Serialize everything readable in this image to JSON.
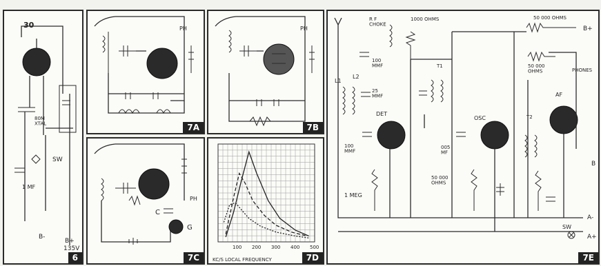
{
  "figures": {
    "fig6": {
      "tag": "6",
      "tube": "30",
      "crystal": "80M\nXTAL",
      "switch": "SW",
      "cap": "1 MF",
      "b_minus": "B-",
      "b_plus": "B+",
      "b_voltage": "135V"
    },
    "fig7a": {
      "tag": "7A",
      "phones": "PH"
    },
    "fig7b": {
      "tag": "7B",
      "phones": "PH"
    },
    "fig7c": {
      "tag": "7C",
      "phones": "PH",
      "cap": "C",
      "gauge": "G"
    },
    "fig7d": {
      "tag": "7D",
      "xlabel": "KC/S LOCAL FREQUENCY",
      "x_ticks": [
        "100",
        "200",
        "300",
        "400",
        "500"
      ]
    },
    "fig7e": {
      "tag": "7E",
      "rf_choke": "R F\nCHOKE",
      "r1000": "1000 OHMS",
      "r50000_top": "50 000 OHMS",
      "b_plus": "B+",
      "cap100_top": "100\nMMF",
      "cap25": "25\nMMF",
      "l1": "L1",
      "l2": "L2",
      "t1": "T1",
      "r50000_mid": "50 000\nOHMS",
      "phones": "PHONES",
      "af": "AF",
      "det": "DET",
      "osc": "OSC",
      "t2": "T2",
      "cap100_bot": "100\nMMF",
      "cap005": "005\nMF",
      "r50000_low": "50 000\nOHMS",
      "b_minus": "B",
      "r1meg": "1 MEG",
      "sw": "SW",
      "a_minus": "A-",
      "a_plus": "A+"
    }
  },
  "chart_data": {
    "type": "line",
    "title": "",
    "xlabel": "KC/S LOCAL FREQUENCY",
    "ylabel": "",
    "xlim": [
      0,
      500
    ],
    "x_ticks": [
      100,
      200,
      300,
      400,
      500
    ],
    "series": [
      {
        "name": "",
        "x": [
          40,
          80,
          120,
          160,
          200,
          260,
          320,
          400,
          470
        ],
        "y": [
          0.05,
          0.3,
          0.62,
          0.92,
          0.7,
          0.42,
          0.24,
          0.12,
          0.06
        ]
      },
      {
        "name": "",
        "x": [
          40,
          80,
          110,
          140,
          180,
          240,
          300,
          380,
          460
        ],
        "y": [
          0.08,
          0.45,
          0.7,
          0.6,
          0.42,
          0.27,
          0.17,
          0.1,
          0.06
        ]
      },
      {
        "name": "",
        "x": [
          30,
          60,
          90,
          120,
          160,
          220,
          300,
          400,
          470
        ],
        "y": [
          0.2,
          0.38,
          0.4,
          0.33,
          0.24,
          0.16,
          0.1,
          0.06,
          0.04
        ]
      }
    ]
  }
}
